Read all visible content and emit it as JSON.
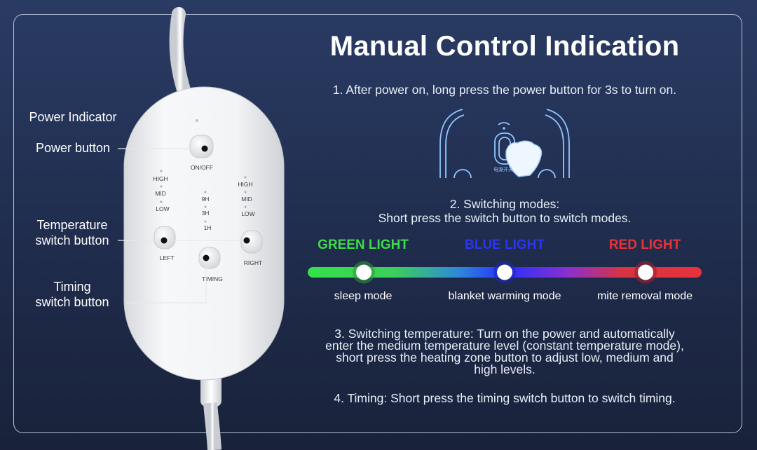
{
  "title": "Manual Control Indication",
  "steps": {
    "step1": "1. After power on, long press the power button for 3s to turn on.",
    "step2_line1": "2. Switching modes:",
    "step2_line2": "Short press the switch button to switch modes.",
    "step3_line1": "3. Switching temperature: Turn on the power and automatically",
    "step3_line2": "enter the medium temperature level (constant temperature mode),",
    "step3_line3": "short press the heating zone button to adjust low, medium and",
    "step3_line4": "high levels.",
    "step4": "4. Timing: Short press the timing switch button to switch timing."
  },
  "callouts": {
    "power_indicator": "Power Indicator",
    "power_button": "Power button",
    "temp_line1": "Temperature",
    "temp_line2": "switch button",
    "timing_line1": "Timing",
    "timing_line2": "switch button"
  },
  "remote": {
    "on_off": "ON/OFF",
    "left_levels": [
      "HIGH",
      "MID",
      "LOW"
    ],
    "right_levels": [
      "HIGH",
      "MID",
      "LOW"
    ],
    "timer_levels": [
      "9H",
      "3H",
      "1H"
    ],
    "left": "LEFT",
    "right": "RIGHT",
    "timing": "TIMING"
  },
  "illustration": {
    "chinese_label": "电源开关"
  },
  "modes": [
    {
      "light": "GREEN LIGHT",
      "name": "sleep mode",
      "color": "#3ddc4a"
    },
    {
      "light": "BLUE LIGHT",
      "name": "blanket warming mode",
      "color": "#2b35f0"
    },
    {
      "light": "RED LIGHT",
      "name": "mite removal mode",
      "color": "#e8323a"
    }
  ],
  "colors": {
    "background": "#24345a",
    "frame": "#b9c3d8",
    "remote_body": "#f2f3f5"
  }
}
